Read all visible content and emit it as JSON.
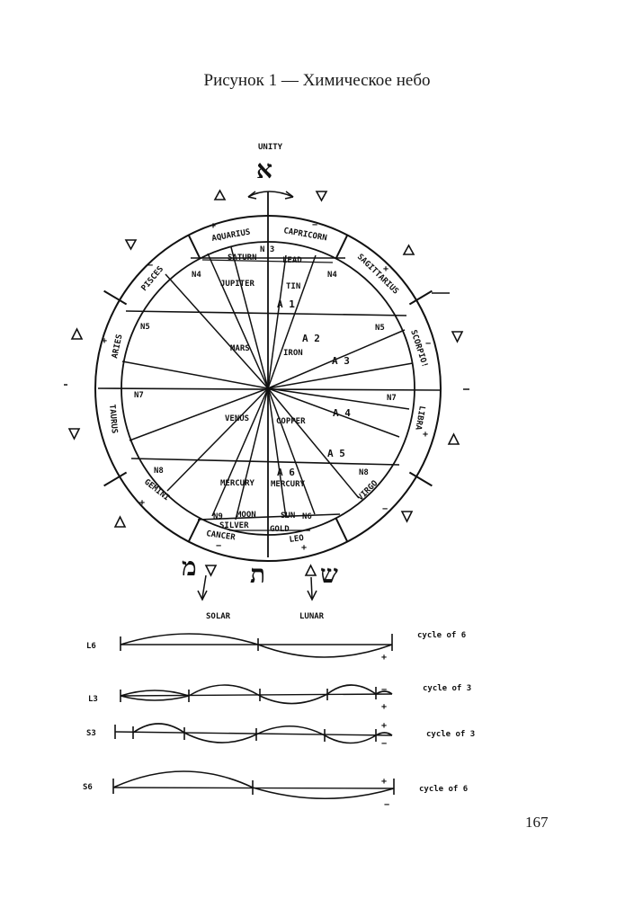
{
  "caption": "Рисунок 1 — Химическое небо",
  "page_number": "167",
  "diagram": {
    "top_label": "UNITY",
    "top_glyph": "א",
    "bottom_glyphs": {
      "left": "מ",
      "center": "ת",
      "right": "ש"
    },
    "bottom_labels": {
      "solar": "SOLAR",
      "lunar": "LUNAR"
    },
    "signs": {
      "aquarius": "AQUARIUS",
      "capricorn": "CAPRICORN",
      "sagittarius": "SAGITTARIUS",
      "scorpio": "SCORPIO!",
      "libra": "LIBRA",
      "virgo": "VIRGO",
      "leo": "LEO",
      "cancer": "CANCER",
      "gemini": "GEMINI",
      "taurus": "TAURUS",
      "aries": "ARIES",
      "pisces": "PISCES"
    },
    "levels": {
      "n3": "N 3",
      "n4": "N4",
      "n5": "N5",
      "n7": "N7",
      "n8": "N8",
      "n9": "N9",
      "n6": "N6"
    },
    "planets": {
      "saturn": "SATURN",
      "lead": "LEAD",
      "jupiter": "JUPITER",
      "tin": "TIN",
      "mars": "MARS",
      "iron": "IRON",
      "venus": "VENUS",
      "copper": "COPPER",
      "mercury": "MERCURY",
      "moon": "MOON",
      "silver": "SILVER",
      "sun": "SUN",
      "gold": "GOLD"
    },
    "a_marks": {
      "a1": "A 1",
      "a2": "A 2",
      "a3": "A 3",
      "a4": "A 4",
      "a5": "A 5",
      "a6": "A 6"
    }
  },
  "cycles": [
    {
      "id": "L6",
      "label": "L6",
      "desc": "cycle of 6"
    },
    {
      "id": "L3",
      "label": "L3",
      "desc": "cycle of 3"
    },
    {
      "id": "S3",
      "label": "S3",
      "desc": "cycle of 3"
    },
    {
      "id": "S6",
      "label": "S6",
      "desc": "cycle of 6"
    }
  ]
}
